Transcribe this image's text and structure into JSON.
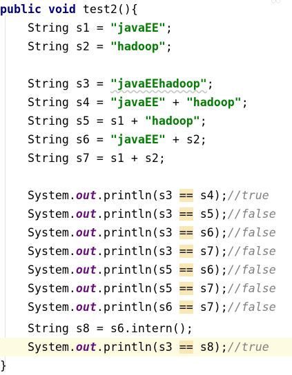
{
  "code": {
    "method_header": {
      "modifier": "public",
      "return_type": "void",
      "signature": " test2(){"
    },
    "decl_s1": {
      "type": "String",
      "var": "s1",
      "assign": " = ",
      "value": "\"javaEE\"",
      "end": ";"
    },
    "decl_s2": {
      "type": "String",
      "var": "s2",
      "assign": " = ",
      "value": "\"hadoop\"",
      "end": ";"
    },
    "decl_s3": {
      "type": "String",
      "var": "s3",
      "assign": " = ",
      "value": "\"javaEEhadoop\"",
      "end": ";"
    },
    "decl_s4": {
      "type": "String",
      "var": "s4",
      "assign": " = ",
      "left": "\"javaEE\"",
      "plus": " + ",
      "right": "\"hadoop\"",
      "end": ";"
    },
    "decl_s5": {
      "type": "String",
      "var": "s5",
      "assign": " = ",
      "left": "s1",
      "plus": " + ",
      "right": "\"hadoop\"",
      "end": ";"
    },
    "decl_s6": {
      "type": "String",
      "var": "s6",
      "assign": " = ",
      "left": "\"javaEE\"",
      "plus": " + ",
      "right": "s2",
      "end": ";"
    },
    "decl_s7": {
      "type": "String",
      "var": "s7",
      "assign": " = ",
      "expr": "s1 + s2",
      "end": ";"
    },
    "println_lines": [
      {
        "a": "s3",
        "b": "s4",
        "comment": "//true"
      },
      {
        "a": "s3",
        "b": "s5",
        "comment": "//false"
      },
      {
        "a": "s3",
        "b": "s6",
        "comment": "//false"
      },
      {
        "a": "s3",
        "b": "s7",
        "comment": "//false"
      },
      {
        "a": "s5",
        "b": "s6",
        "comment": "//false"
      },
      {
        "a": "s5",
        "b": "s7",
        "comment": "//false"
      },
      {
        "a": "s6",
        "b": "s7",
        "comment": "//false"
      }
    ],
    "println_prefix": "System.",
    "out_field": "out",
    "println_call": ".println(",
    "eq_op": "==",
    "close_call": ");",
    "decl_s8": {
      "text": "String s8 = s6.intern();"
    },
    "last_println": {
      "a": "s3",
      "b": "s8",
      "comment": "//true"
    },
    "closing_brace": "}"
  },
  "colors": {
    "keyword": "#000080",
    "string": "#007d00",
    "field": "#660e7a",
    "comment": "#808080",
    "line_highlight": "#fefbe3",
    "operator_highlight": "#f9e8b5"
  },
  "icons": {
    "corner": "inspection-indicator-icon"
  }
}
